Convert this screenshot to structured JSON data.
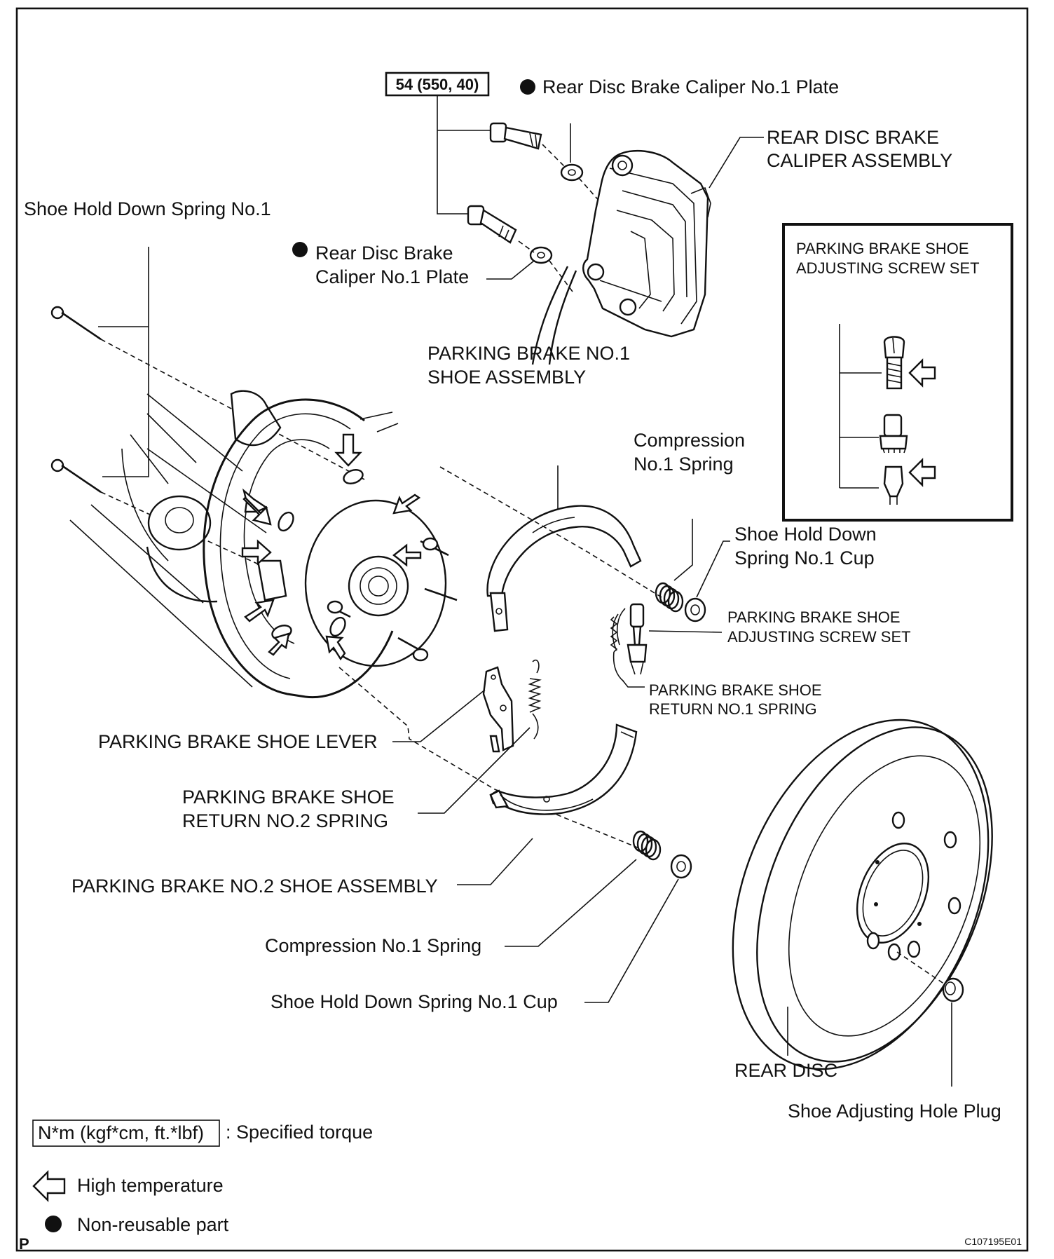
{
  "torque": {
    "value": "54 (550, 40)"
  },
  "labels": {
    "caliper_plate_top": "Rear Disc Brake Caliper No.1 Plate",
    "caliper_assembly_l1": "REAR DISC BRAKE",
    "caliper_assembly_l2": "CALIPER ASSEMBLY",
    "hold_down_spring_top": "Shoe Hold Down Spring No.1",
    "caliper_plate_mid_l1": "Rear Disc Brake",
    "caliper_plate_mid_l2": "Caliper No.1 Plate",
    "no1_shoe_l1": "PARKING BRAKE NO.1",
    "no1_shoe_l2": "SHOE ASSEMBLY",
    "compression_top_l1": "Compression",
    "compression_top_l2": "No.1 Spring",
    "cup_top_l1": "Shoe Hold Down",
    "cup_top_l2": "Spring No.1 Cup",
    "adjusting_set_l1": "PARKING BRAKE SHOE",
    "adjusting_set_l2": "ADJUSTING SCREW SET",
    "return_no1_l1": "PARKING BRAKE SHOE",
    "return_no1_l2": "RETURN NO.1 SPRING",
    "shoe_lever": "PARKING BRAKE SHOE LEVER",
    "return_no2_l1": "PARKING BRAKE SHOE",
    "return_no2_l2": "RETURN NO.2 SPRING",
    "no2_shoe": "PARKING BRAKE NO.2 SHOE ASSEMBLY",
    "compression_bottom": "Compression No.1 Spring",
    "cup_bottom": "Shoe Hold Down Spring No.1 Cup",
    "rear_disc": "REAR DISC",
    "hole_plug": "Shoe Adjusting Hole Plug"
  },
  "inset": {
    "title_l1": "PARKING BRAKE SHOE",
    "title_l2": "ADJUSTING SCREW SET"
  },
  "legend": {
    "torque_box": "N*m (kgf*cm, ft.*lbf)",
    "torque_text": ": Specified torque",
    "high_temp": "High temperature",
    "non_reusable": "Non-reusable part"
  },
  "footer": {
    "left_mark": "P",
    "figure_code": "C107195E01"
  }
}
